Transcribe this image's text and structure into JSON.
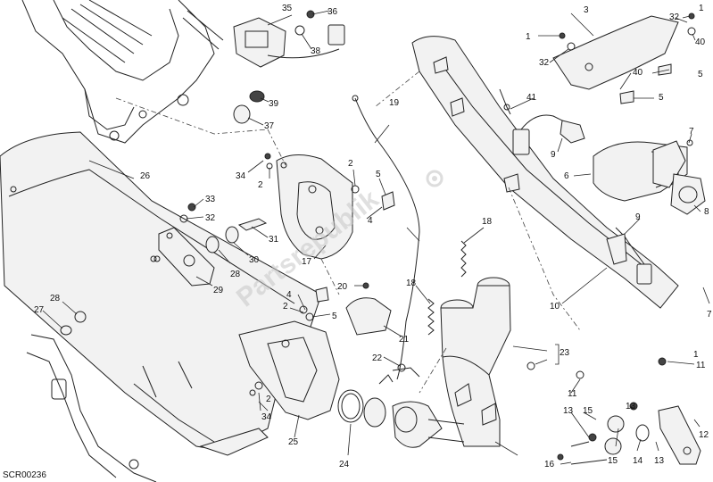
{
  "diagram_code": "SCR00236",
  "watermark": "Partsrepublik",
  "callouts": [
    {
      "id": "c1a",
      "text": "1"
    },
    {
      "id": "c1b",
      "text": "1"
    },
    {
      "id": "c1c",
      "text": "1"
    },
    {
      "id": "c2a",
      "text": "2"
    },
    {
      "id": "c2b",
      "text": "2"
    },
    {
      "id": "c2c",
      "text": "2"
    },
    {
      "id": "c2d",
      "text": "2"
    },
    {
      "id": "c3",
      "text": "3"
    },
    {
      "id": "c4a",
      "text": "4"
    },
    {
      "id": "c4b",
      "text": "4"
    },
    {
      "id": "c5a",
      "text": "5"
    },
    {
      "id": "c5b",
      "text": "5"
    },
    {
      "id": "c5c",
      "text": "5"
    },
    {
      "id": "c5d",
      "text": "5"
    },
    {
      "id": "c6",
      "text": "6"
    },
    {
      "id": "c7a",
      "text": "7"
    },
    {
      "id": "c7b",
      "text": "7"
    },
    {
      "id": "c8",
      "text": "8"
    },
    {
      "id": "c9a",
      "text": "9"
    },
    {
      "id": "c9b",
      "text": "9"
    },
    {
      "id": "c10",
      "text": "10"
    },
    {
      "id": "c11a",
      "text": "11"
    },
    {
      "id": "c11b",
      "text": "11"
    },
    {
      "id": "c12",
      "text": "12"
    },
    {
      "id": "c13a",
      "text": "13"
    },
    {
      "id": "c13b",
      "text": "13"
    },
    {
      "id": "c13c",
      "text": "13"
    },
    {
      "id": "c14",
      "text": "14"
    },
    {
      "id": "c15a",
      "text": "15"
    },
    {
      "id": "c15b",
      "text": "15"
    },
    {
      "id": "c16",
      "text": "16"
    },
    {
      "id": "c17",
      "text": "17"
    },
    {
      "id": "c18a",
      "text": "18"
    },
    {
      "id": "c18b",
      "text": "18"
    },
    {
      "id": "c19",
      "text": "19"
    },
    {
      "id": "c20",
      "text": "20"
    },
    {
      "id": "c21",
      "text": "21"
    },
    {
      "id": "c22",
      "text": "22"
    },
    {
      "id": "c23",
      "text": "23"
    },
    {
      "id": "c24",
      "text": "24"
    },
    {
      "id": "c25",
      "text": "25"
    },
    {
      "id": "c26",
      "text": "26"
    },
    {
      "id": "c27",
      "text": "27"
    },
    {
      "id": "c28a",
      "text": "28"
    },
    {
      "id": "c28b",
      "text": "28"
    },
    {
      "id": "c29",
      "text": "29"
    },
    {
      "id": "c30",
      "text": "30"
    },
    {
      "id": "c31",
      "text": "31"
    },
    {
      "id": "c32a",
      "text": "32"
    },
    {
      "id": "c32b",
      "text": "32"
    },
    {
      "id": "c32c",
      "text": "32"
    },
    {
      "id": "c33",
      "text": "33"
    },
    {
      "id": "c34a",
      "text": "34"
    },
    {
      "id": "c34b",
      "text": "34"
    },
    {
      "id": "c35",
      "text": "35"
    },
    {
      "id": "c36",
      "text": "36"
    },
    {
      "id": "c37",
      "text": "37"
    },
    {
      "id": "c38",
      "text": "38"
    },
    {
      "id": "c39",
      "text": "39"
    },
    {
      "id": "c40a",
      "text": "40"
    },
    {
      "id": "c40b",
      "text": "40"
    },
    {
      "id": "c41",
      "text": "41"
    }
  ]
}
